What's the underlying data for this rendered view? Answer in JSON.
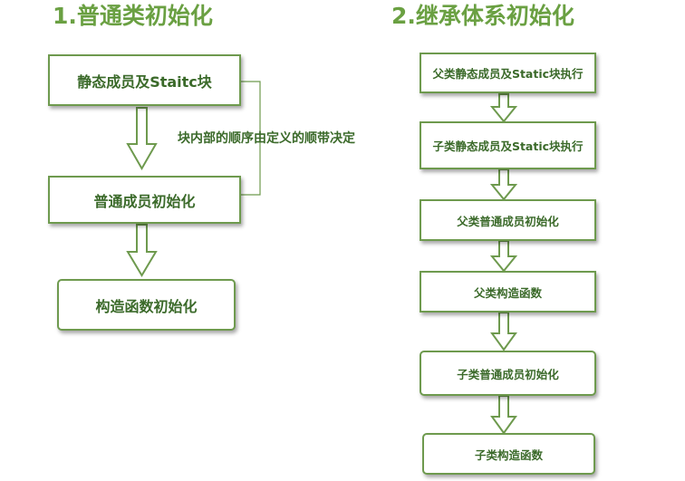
{
  "left": {
    "title": "1.普通类初始化",
    "steps": [
      "静态成员及Staitc块",
      "普通成员初始化",
      "构造函数初始化"
    ],
    "bracket_note": "块内部的顺序由定义的顺带决定"
  },
  "right": {
    "title": "2.继承体系初始化",
    "steps": [
      "父类静态成员及Static块执行",
      "子类静态成员及Static块执行",
      "父类普通成员初始化",
      "父类构造函数",
      "子类普通成员初始化",
      "子类构造函数"
    ]
  },
  "colors": {
    "title": "#6aa042",
    "border": "#6e9a4e",
    "text": "#3b6a2a"
  }
}
